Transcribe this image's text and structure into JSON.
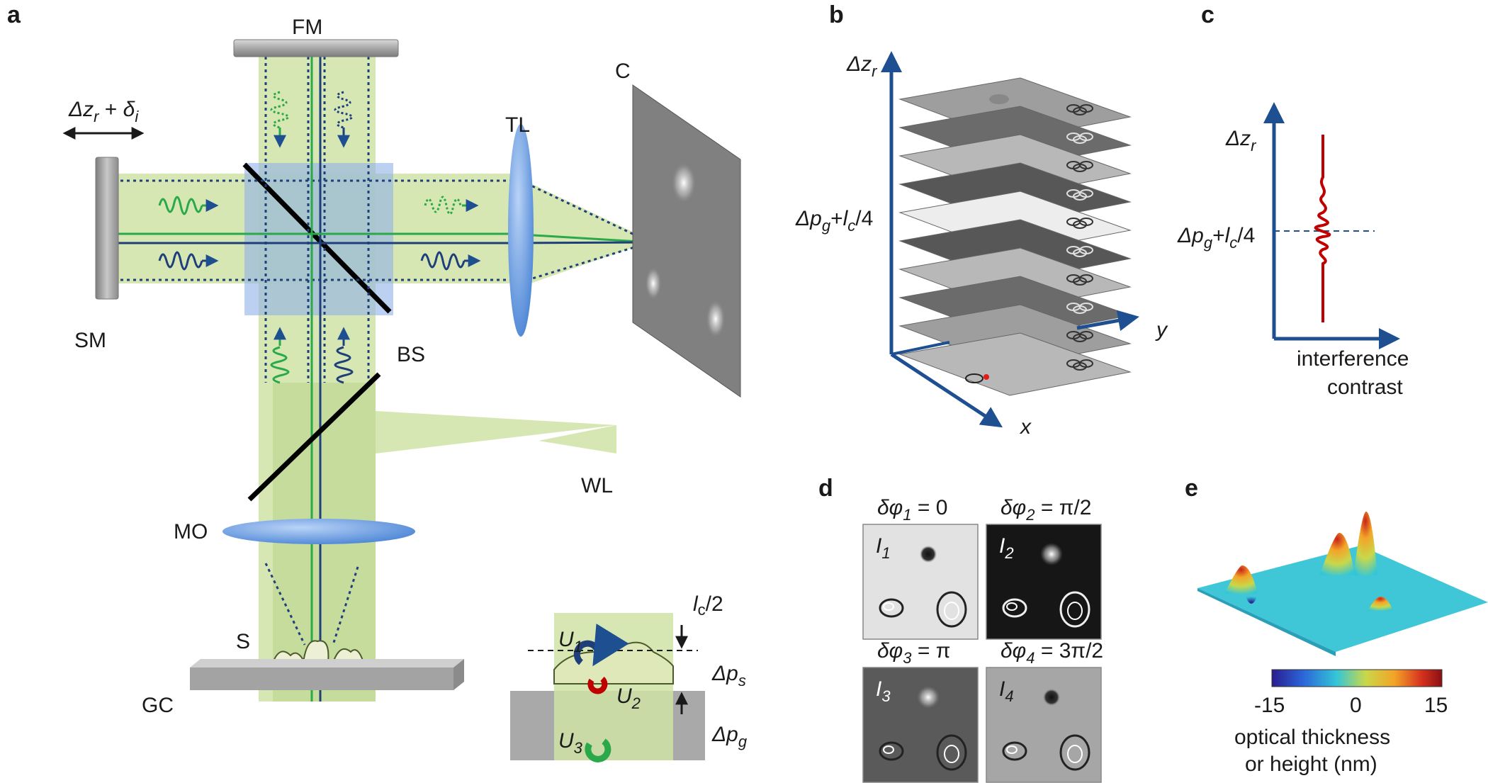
{
  "panels": {
    "a": "a",
    "b": "b",
    "c": "c",
    "d": "d",
    "e": "e"
  },
  "panel_a": {
    "fm": "FM",
    "sm": "SM",
    "bs": "BS",
    "tl": "TL",
    "c": "C",
    "wl": "WL",
    "mo": "MO",
    "s": "S",
    "gc": "GC",
    "scan": {
      "dz": "Δz",
      "sub_r": "r",
      "plus": " + ",
      "delta": "δ",
      "sub_i": "i"
    },
    "inset": {
      "u1": "U",
      "u1_sub": "1",
      "u2": "U",
      "u2_sub": "2",
      "u3": "U",
      "u3_sub": "3",
      "lc": "l",
      "lc_sub": "c",
      "lc_rest": "/2",
      "dps": "Δp",
      "dps_sub": "s",
      "dpg": "Δp",
      "dpg_sub": "g"
    }
  },
  "panel_b": {
    "dz": "Δz",
    "dz_sub": "r",
    "mark": "Δp",
    "mark_sub": "g",
    "mark_plus": "+",
    "mark_l": "l",
    "mark_l_sub": "c",
    "mark_rest": "/4",
    "x": "x",
    "y": "y",
    "slice_gray_levels": [
      0.62,
      0.42,
      0.72,
      0.34,
      0.93,
      0.34,
      0.72,
      0.42,
      0.62,
      0.72
    ]
  },
  "panel_c": {
    "dz": "Δz",
    "dz_sub": "r",
    "mark": "Δp",
    "mark_sub": "g",
    "mark_plus": "+",
    "mark_l": "l",
    "mark_l_sub": "c",
    "mark_rest": "/4",
    "xlabel_1": "interference",
    "xlabel_2": "contrast"
  },
  "panel_d": {
    "frames": [
      {
        "phase_a": "δφ",
        "sub": "1",
        "phase_b": " = 0",
        "img": "I",
        "img_sub": "1",
        "bg": "#e2e2e2"
      },
      {
        "phase_a": "δφ",
        "sub": "2",
        "phase_b": " = π/2",
        "img": "I",
        "img_sub": "2",
        "bg": "#161616"
      },
      {
        "phase_a": "δφ",
        "sub": "3",
        "phase_b": " = π",
        "img": "I",
        "img_sub": "3",
        "bg": "#5a5a5a"
      },
      {
        "phase_a": "δφ",
        "sub": "4",
        "phase_b": " = 3π/2",
        "img": "I",
        "img_sub": "4",
        "bg": "#a6a6a6"
      }
    ]
  },
  "panel_e": {
    "colorbar_min": "-15",
    "colorbar_mid": "0",
    "colorbar_max": "15",
    "label_1": "optical thickness",
    "label_2": "or height (nm)",
    "colormap": [
      "#2a1c8f",
      "#2b64d8",
      "#33c6d8",
      "#c8d84a",
      "#f3a428",
      "#d6321e",
      "#8a0f12"
    ]
  },
  "colors": {
    "green_beam": "#cfe3a6",
    "green_line": "#2aa84a",
    "navy": "#1f3f7a",
    "bs_blue": "#8fb0e8",
    "lens_blue": "#6e9fe6",
    "axis_blue": "#1d4f91",
    "red_trace": "#c00000"
  }
}
